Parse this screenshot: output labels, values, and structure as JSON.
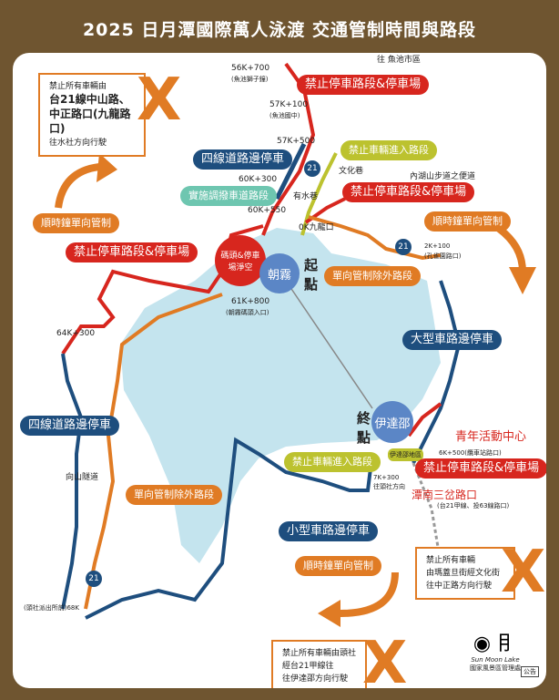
{
  "title": "2025 日月潭國際萬人泳渡 交通管制時間與路段",
  "notices": [
    {
      "l1": "禁止所有車輛由",
      "l2": "台21線中山路、",
      "l3": "中正路口(九龍路口)",
      "l4": "往水社方向行駛"
    },
    {
      "l1": "禁止所有車輛",
      "l2": "由瑪蓋旦街經文化街",
      "l3": "往中正路方向行駛"
    },
    {
      "l1": "禁止所有車輛由頭社",
      "l2": "經台21甲線往",
      "l3": "往伊達邵方向行駛"
    }
  ],
  "x_mark": "X",
  "pills": {
    "no_parking": "禁止停車路段&停車場",
    "four_lane": "四線道路邊停車",
    "no_entry": "禁止車輛進入路段",
    "reversible": "實施調撥車道路段",
    "clockwise": "順時鐘單向管制",
    "exempt": "單向管制除外路段",
    "large_vehicle": "大型車路邊停車",
    "small_vehicle": "小型車路邊停車"
  },
  "places": {
    "yuchi_city": "往 魚池市區",
    "k56700": "56K+700",
    "k56700_sub": "(魚池獅子鐘)",
    "k57100": "57K+100",
    "k57100_sub": "(魚池國中)",
    "k57500": "57K+500",
    "k60300": "60K+300",
    "k60550": "60K+550",
    "wenhua": "文化巷",
    "neihu": "內湖山步道之便道",
    "youshui": "有水巷",
    "jiulong": "0K九龍口",
    "pier": "碼頭&停車場淨空",
    "chaowu": "朝霧",
    "start": "起點",
    "k2100": "2K+100",
    "k2100_sub": "(孔雀園路口)",
    "k61800": "61K+800",
    "k61800_sub": "(朝霧碼頭入口)",
    "k64300": "64K+300",
    "tunnel": "向山隧道",
    "ita": "伊達邵",
    "end": "終點",
    "ita_area": "伊達邵地區",
    "youth": "青年活動中心",
    "k6500": "6K+500(纜車站路口)",
    "tannan": "潭南三岔路口",
    "tannan_sub": "(台21甲線、投63線路口)",
    "k7300": "7K+300",
    "k7300_sub": "往頭社方向",
    "k68": "(頭社派出所前)68K",
    "route21": "21",
    "route21a": "21"
  },
  "logo": {
    "en": "Sun Moon Lake",
    "org": "國家風景區管理處",
    "notice": "公告"
  },
  "colors": {
    "bg": "#6f5530",
    "red": "#d7261e",
    "blue": "#1e4e7e",
    "orange": "#e07b24",
    "lake": "#c4e4ee"
  }
}
